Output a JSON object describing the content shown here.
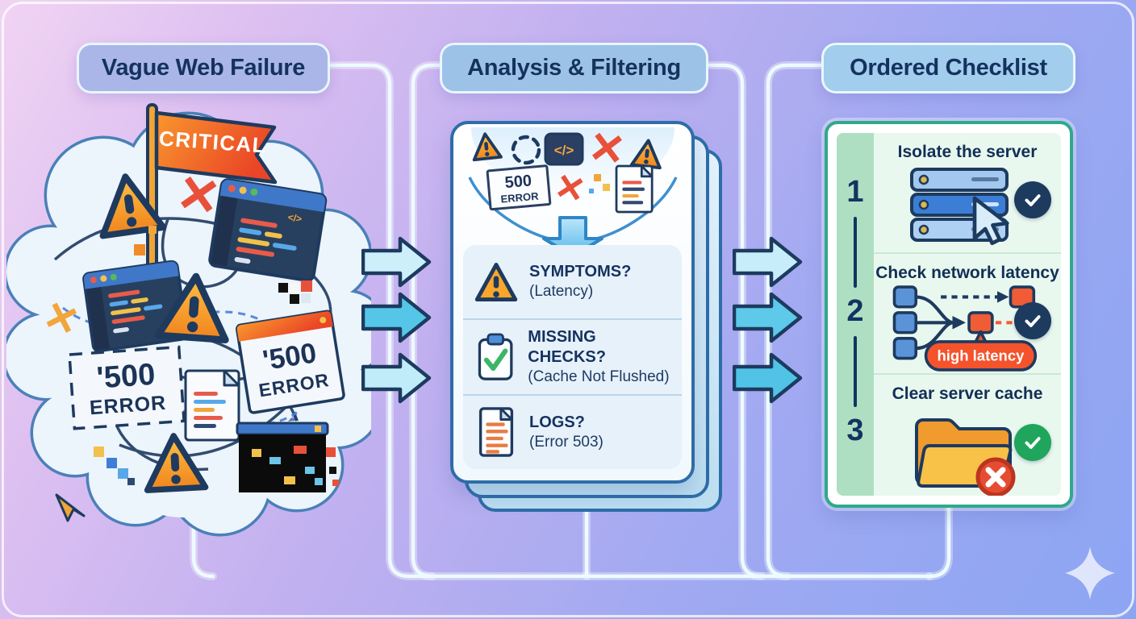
{
  "stage_headers": [
    {
      "label": "Vague Web Failure"
    },
    {
      "label": "Analysis & Filtering"
    },
    {
      "label": "Ordered Checklist"
    }
  ],
  "cloud": {
    "flag_label": "CRITICAL",
    "code_glyph": "</>",
    "error_sign_1": {
      "line1": "'500",
      "line2": "ERROR"
    },
    "error_sign_2": {
      "line1": "'500",
      "line2": "ERROR"
    }
  },
  "analysis_card": {
    "funnel_code_glyph": "</>",
    "funnel_stamp": {
      "line1": "500",
      "line2": "ERROR"
    },
    "rows": [
      {
        "icon": "warning-triangle-icon",
        "title": "SYMPTOMS?",
        "subtitle": "(Latency)"
      },
      {
        "icon": "clipboard-check-icon",
        "title": "MISSING CHECKS?",
        "subtitle": "(Cache Not Flushed)"
      },
      {
        "icon": "log-document-icon",
        "title": "LOGS?",
        "subtitle": "(Error 503)"
      }
    ]
  },
  "checklist": {
    "items": [
      {
        "number": "1",
        "title": "Isolate the server",
        "icon": "server-stack-icon",
        "check_style": "navy"
      },
      {
        "number": "2",
        "title": "Check network latency",
        "icon": "network-latency-icon",
        "badge": "high latency",
        "check_style": "navy"
      },
      {
        "number": "3",
        "title": "Clear server cache",
        "icon": "folder-delete-icon",
        "check_style": "green"
      }
    ]
  },
  "colors": {
    "navy": "#1d3a5f",
    "red": "#e8503a",
    "orange": "#f2a53b",
    "flag_red": "#ee4b28",
    "arrow_cyan": "#5ec9e9",
    "arrow_light": "#c9eefa",
    "card_border_blue": "#2e6da8",
    "panel_border_green": "#2fa98b",
    "check_navy": "#1d3a5f",
    "check_green": "#1fa55c",
    "badge_orange": "#f4532c",
    "header_chip_1": "#a9b6e7",
    "header_chip_2": "#9dc2e8",
    "header_chip_3": "#a2cdec"
  }
}
